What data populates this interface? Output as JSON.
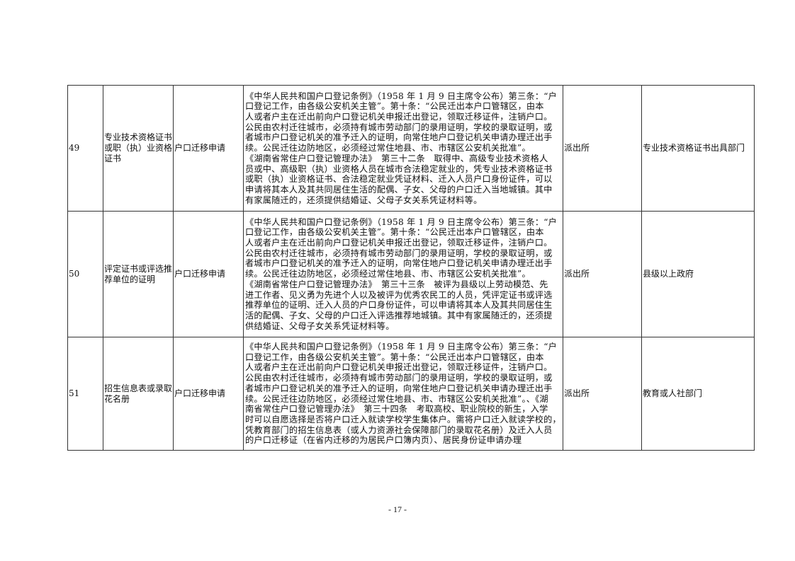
{
  "rows": [
    {
      "no": "49",
      "material": "专业技术资格证书或职（执）业资格证书",
      "matter": "户口迁移申请",
      "basis": [
        "《中华人民共和国户口登记条例》（1958 年 1 月 9 日主席令公布）第三条：“户",
        "口登记工作，由各级公安机关主管”。第十条：“公民迁出本户口管辖区，由本",
        "人或者户主在迁出前向户口登记机关申报迁出登记，领取迁移证件，注销户口。",
        "公民由农村迁往城市，必须持有城市劳动部门的录用证明，学校的录取证明，或",
        "者城市户口登记机关的准予迁入的证明，向常住地户口登记机关申请办理迁出手",
        "续。公民迁往边防地区，必须经过常住地县、市、市辖区公安机关批准”。",
        "《湖南省常住户口登记管理办法》　第三十二条　取得中、高级专业技术资格人",
        "员或中、高级职（执）业资格人员在城市合法稳定就业的，凭专业技术资格证书",
        "或职（执）业资格证书、合法稳定就业凭证材料、迁入人员户口身份证件，可以",
        "申请将其本人及其共同居住生活的配偶、子女、父母的户口迁入当地城镇。其中",
        "有家属随迁的，还须提供结婚证、父母子女关系凭证材料等。"
      ],
      "handler": "派出所",
      "issuer": "专业技术资格证书出具部门"
    },
    {
      "no": "50",
      "material": "评定证书或评选推荐单位的证明",
      "matter": "户口迁移申请",
      "basis": [
        "《中华人民共和国户口登记条例》（1958 年 1 月 9 日主席令公布）第三条：“户",
        "口登记工作，由各级公安机关主管”。第十条：“公民迁出本户口管辖区，由本",
        "人或者户主在迁出前向户口登记机关申报迁出登记，领取迁移证件，注销户口。",
        "公民由农村迁往城市，必须持有城市劳动部门的录用证明，学校的录取证明，或",
        "者城市户口登记机关的准予迁入的证明，向常住地户口登记机关申请办理迁出手",
        "续。公民迁往边防地区，必须经过常住地县、市、市辖区公安机关批准”。",
        "《湖南省常住户口登记管理办法》　第三十三条　被评为县级以上劳动模范、先",
        "进工作者、见义勇为先进个人以及被评为优秀农民工的人员，凭评定证书或评选",
        "推荐单位的证明、迁入人员的户口身份证件，可以申请将其本人及其共同居住生",
        "活的配偶、子女、父母的户口迁入评选推荐地城镇。其中有家属随迁的，还须提",
        "供结婚证、父母子女关系凭证材料等。"
      ],
      "handler": "派出所",
      "issuer": "县级以上政府"
    },
    {
      "no": "51",
      "material": "招生信息表或录取花名册",
      "matter": "户口迁移申请",
      "basis": [
        "《中华人民共和国户口登记条例》（1958 年 1 月 9 日主席令公布）第三条：“户",
        "口登记工作，由各级公安机关主管”。第十条：“公民迁出本户口管辖区，由本",
        "人或者户主在迁出前向户口登记机关申报迁出登记，领取迁移证件，注销户口。",
        "公民由农村迁往城市，必须持有城市劳动部门的录用证明，学校的录取证明，或",
        "者城市户口登记机关的准予迁入的证明，向常住地户口登记机关申请办理迁出手",
        "续。公民迁往边防地区，必须经过常住地县、市、市辖区公安机关批准”。、《湖",
        "南省常住户口登记管理办法》　第三十四条　考取高校、职业院校的新生，入学",
        "时可以自愿选择是否将户口迁入就读学校学生集体户。需将户口迁入就读学校的，",
        "凭教育部门的招生信息表（或人力资源社会保障部门的录取花名册）及迁入人员",
        "的户口迁移证（在省内迁移的为居民户口簿内页）、居民身份证申请办理"
      ],
      "handler": "派出所",
      "issuer": "教育或人社部门"
    }
  ],
  "page_number": "- 17 -"
}
